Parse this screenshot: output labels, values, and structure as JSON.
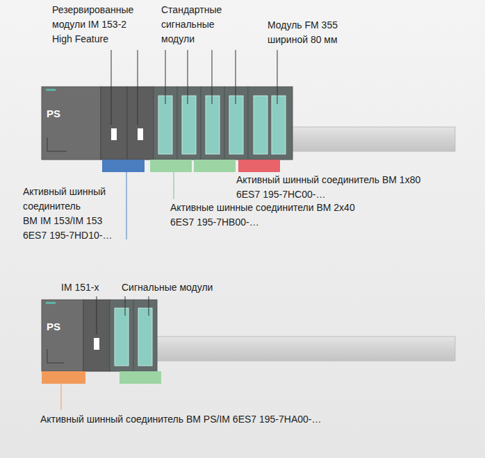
{
  "diagram": {
    "nodes": [
      {
        "text": [
          "PS"
        ]
      },
      {
        "text": [
          "PS"
        ]
      }
    ],
    "labels": [
      "Резервированные модули IM 153-2 High Feature",
      "Стандартные сигнальные модули",
      "Модуль FM 355 шириной 80 мм",
      "Активный шинный соединитель BM IM 153/IM 153 6ES7 195-7HD10-…",
      "Активный шинный соединитель BM 1x80 6ES7 195-7HC00-…",
      "Активные шинные соединители BM 2x40 6ES7 195-7HB00-…",
      "IM 151-x",
      "Сигнальные модули",
      "Активный шинный соединитель BM PS/IM 6ES7 195-7HA00-…"
    ]
  }
}
